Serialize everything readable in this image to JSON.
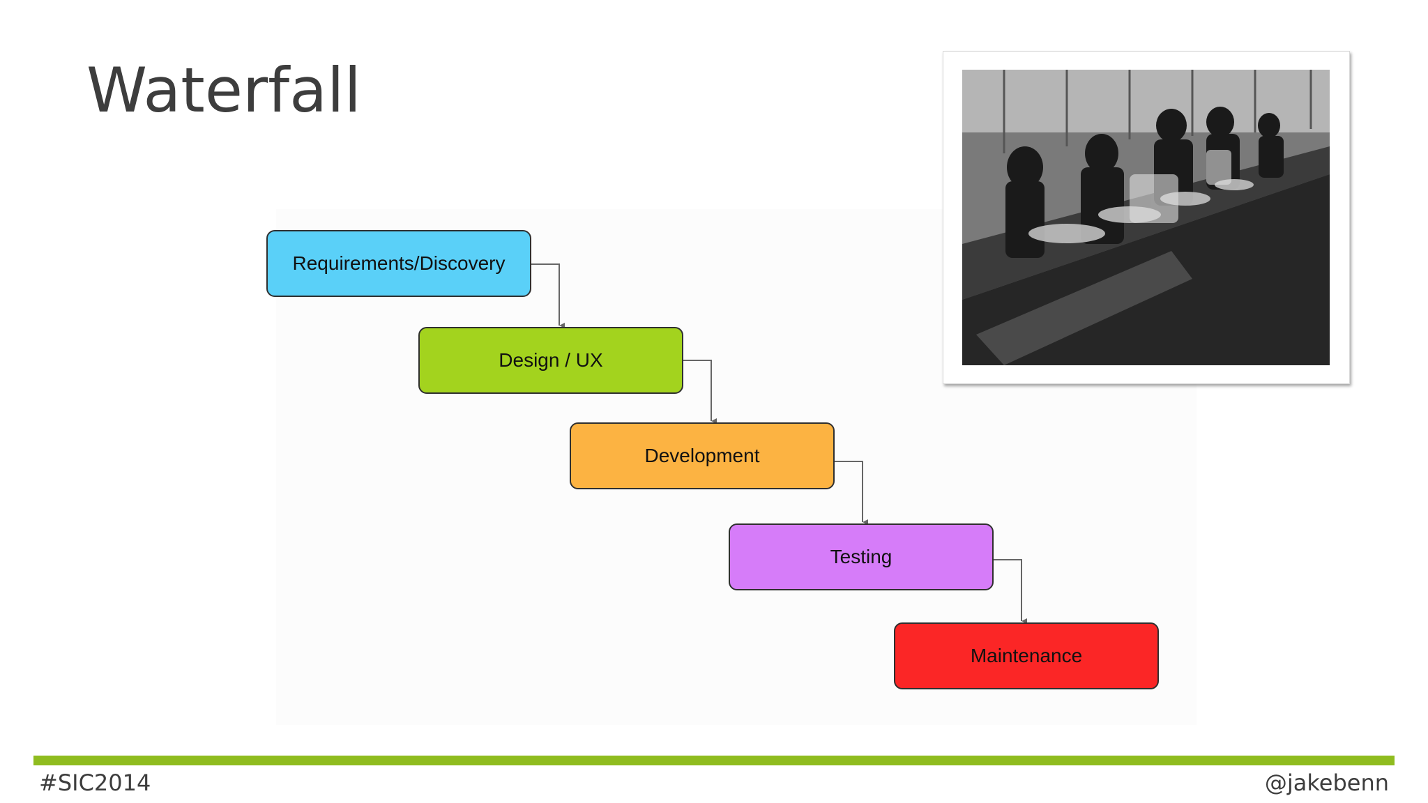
{
  "slide": {
    "title": "Waterfall",
    "footer_left": "#SIC2014",
    "footer_right": "@jakebenn",
    "accent_color": "#8fbc1f"
  },
  "diagram": {
    "steps": [
      {
        "label": "Requirements/Discovery",
        "color": "#5ad0f8"
      },
      {
        "label": "Design / UX",
        "color": "#a3d31e"
      },
      {
        "label": "Development",
        "color": "#fcb342"
      },
      {
        "label": "Testing",
        "color": "#d67cf9"
      },
      {
        "label": "Maintenance",
        "color": "#fb2626"
      }
    ],
    "connector_color": "#666666"
  },
  "photo": {
    "icon": "assembly-line-photo"
  }
}
